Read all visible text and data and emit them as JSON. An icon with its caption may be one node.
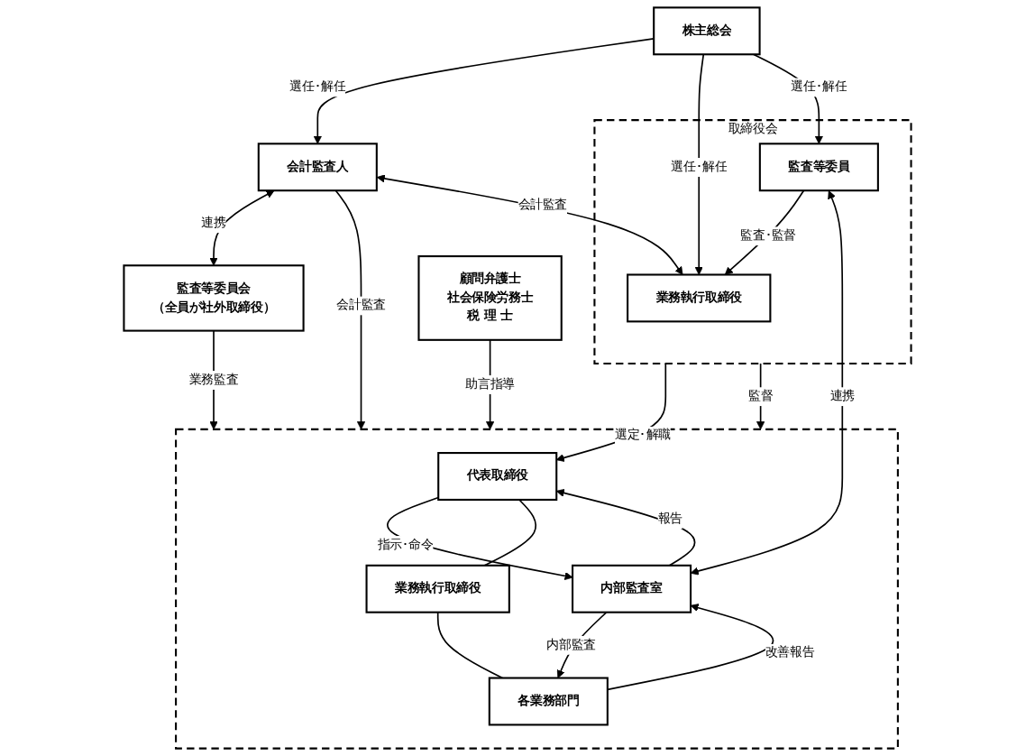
{
  "diagram": {
    "nodes": [
      {
        "text": [
          "株主総会"
        ]
      },
      {
        "text": [
          "会計監査人"
        ]
      },
      {
        "text": [
          "取締役会"
        ]
      },
      {
        "text": [
          "業務執行取締役"
        ],
        "in": 2
      },
      {
        "text": [
          "監査等委員"
        ],
        "in": 2
      },
      {
        "text": [
          "監査等委員会",
          "（全員が社外取締役）"
        ]
      },
      {
        "text": [],
        "shape": "box"
      },
      {
        "text": [
          "代表取締役"
        ],
        "in": 6
      },
      {
        "text": [
          "内部監査室"
        ],
        "in": 6
      },
      {
        "text": [
          "業務執行取締役"
        ],
        "in": 6
      },
      {
        "text": [
          "各業務部門"
        ],
        "in": 6
      },
      {
        "text": [
          "顧問弁護士",
          "社会保険労務士",
          "税 理 士"
        ]
      }
    ],
    "edges": [
      {
        "from": 0,
        "to": 1,
        "arrow": "to",
        "label": "選任･解任"
      },
      {
        "from": 0,
        "to": 3,
        "arrow": "to",
        "label": "選任･解任"
      },
      {
        "from": 0,
        "to": 4,
        "arrow": "to",
        "label": "選任･解任"
      },
      {
        "from": 1,
        "to": 3,
        "arrow": "both",
        "label": "会計監査"
      },
      {
        "from": 4,
        "to": 3,
        "arrow": "to",
        "label": "監査･監督"
      },
      {
        "from": 2,
        "to": 7,
        "arrow": "to",
        "label": "選定･解職"
      },
      {
        "from": 2,
        "to": 6,
        "arrow": "to",
        "label": "監督"
      },
      {
        "from": 4,
        "to": 8,
        "arrow": "both",
        "label": "連携"
      },
      {
        "from": 1,
        "to": 5,
        "arrow": "both",
        "label": "連携"
      },
      {
        "from": 5,
        "to": 6,
        "arrow": "to",
        "label": "業務監査"
      },
      {
        "from": 1,
        "to": 6,
        "arrow": "to",
        "label": "会計監査"
      },
      {
        "from": 7,
        "to": 8,
        "arrow": "to",
        "label": "指示･命令"
      },
      {
        "from": 8,
        "to": 7,
        "arrow": "to",
        "label": "報告"
      },
      {
        "from": 7,
        "to": 9,
        "arrow": "none"
      },
      {
        "from": 9,
        "to": 10,
        "arrow": "none"
      },
      {
        "from": 10,
        "to": 8,
        "arrow": "to",
        "label": "改善報告"
      },
      {
        "from": 8,
        "to": 10,
        "arrow": "to",
        "label": "内部監査"
      },
      {
        "from": 11,
        "to": 6,
        "arrow": "to",
        "label": "助言指導"
      }
    ]
  }
}
